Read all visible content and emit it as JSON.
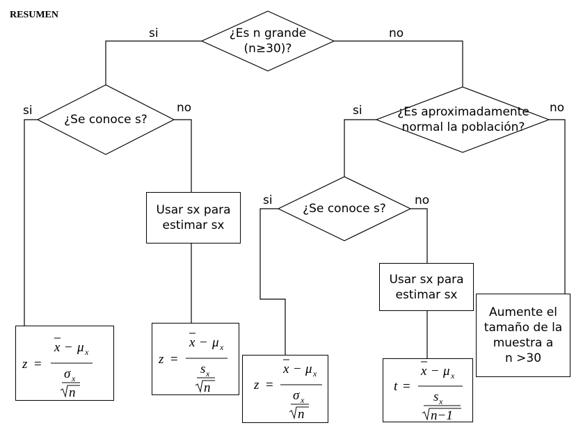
{
  "title": "RESUMEN",
  "decisions": {
    "n_large": {
      "line1": "¿Es n grande",
      "line2": "(n≥30)?",
      "yes": "si",
      "no": "no"
    },
    "sigma_known_left": {
      "text": "¿Se conoce s?",
      "yes": "si",
      "no": "no"
    },
    "normal_population": {
      "line1": "¿Es aproximadamente",
      "line2": "normal la población?",
      "yes": "si",
      "no": "no"
    },
    "sigma_known_right": {
      "text": "¿Se conoce s?",
      "yes": "si",
      "no": "no"
    }
  },
  "process_boxes": {
    "estimate_left": {
      "line1": "Usar sx para",
      "line2": "estimar sx"
    },
    "estimate_right": {
      "line1": "Usar sx para",
      "line2": "estimar sx"
    },
    "increase_sample": {
      "line1": "Aumente el",
      "line2": "tamaño de la",
      "line3": "muestra a",
      "line4": "n >30"
    }
  },
  "formulas": {
    "z_sigma_1": {
      "lhs": "z",
      "num_x": "x",
      "num_mu": "μ",
      "num_sub": "x",
      "den_top": "σ",
      "den_top_sub": "x",
      "den_root": "n"
    },
    "z_s": {
      "lhs": "z",
      "num_x": "x",
      "num_mu": "μ",
      "num_sub": "x",
      "den_top": "s",
      "den_top_sub": "x",
      "den_root": "n"
    },
    "z_sigma_2": {
      "lhs": "z",
      "num_x": "x",
      "num_mu": "μ",
      "num_sub": "x",
      "den_top": "σ",
      "den_top_sub": "x",
      "den_root": "n"
    },
    "t_s": {
      "lhs": "t",
      "num_x": "x",
      "num_mu": "μ",
      "num_sub": "x",
      "den_top": "s",
      "den_top_sub": "x",
      "den_root": "n−1"
    }
  }
}
